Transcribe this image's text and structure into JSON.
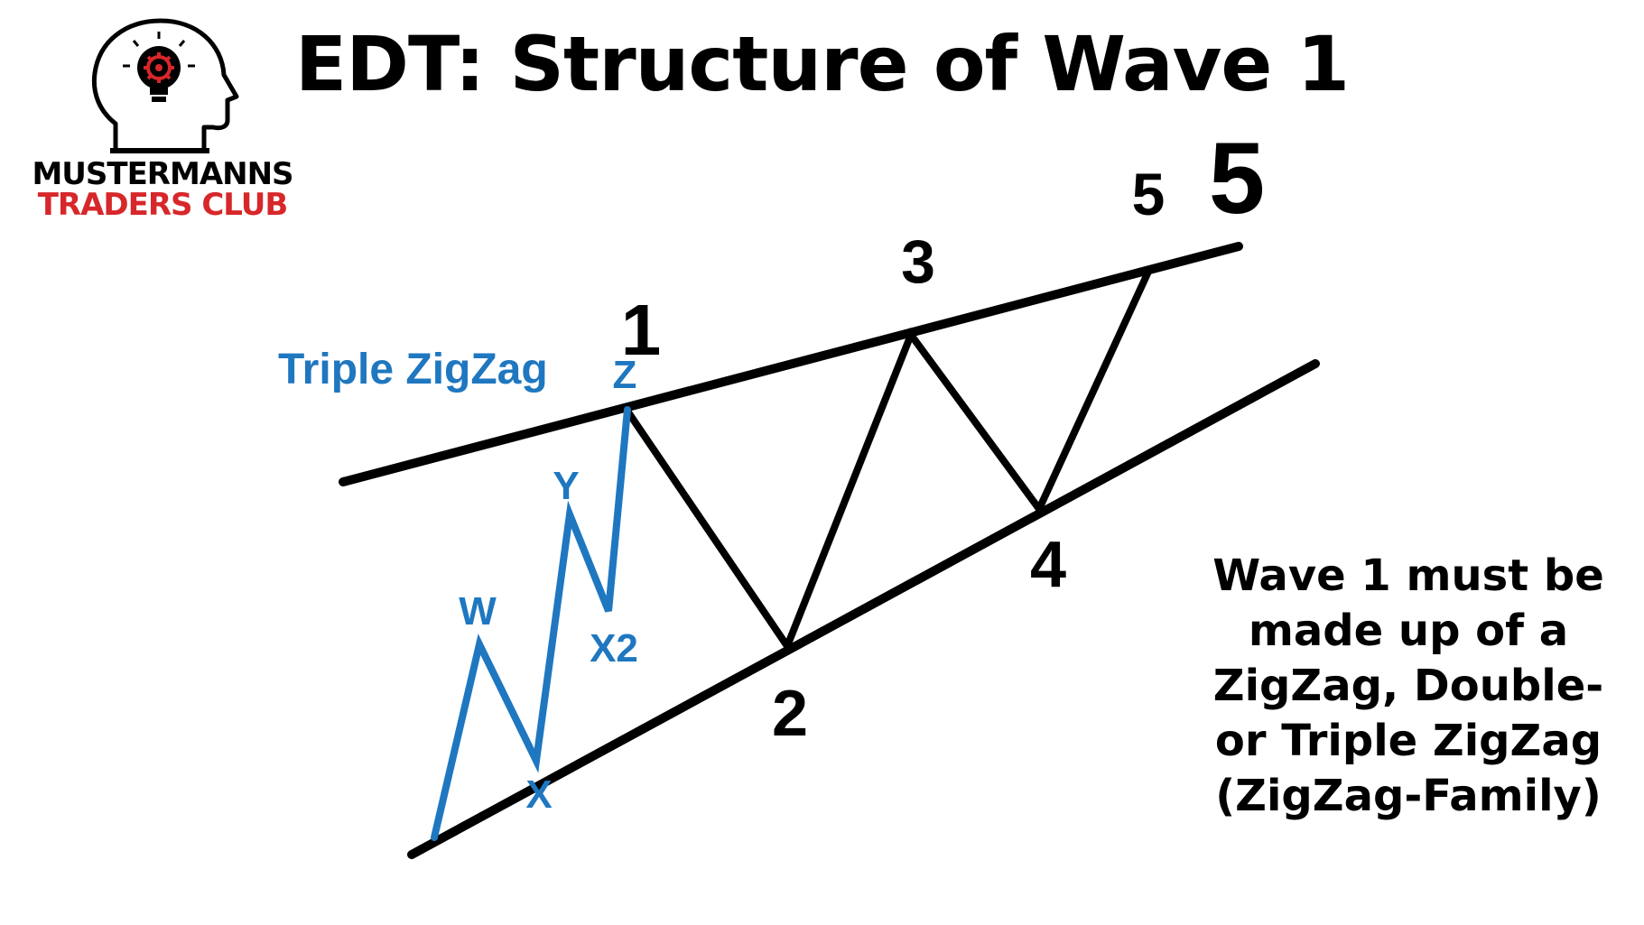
{
  "title": "EDT: Structure of Wave 1",
  "logo": {
    "line1": "MUSTERMANNS",
    "line2": "TRADERS CLUB",
    "icon": "head-with-lightbulb-gear-icon",
    "accent_color": "#d7272a"
  },
  "diagram": {
    "subwave_title": "Triple ZigZag",
    "main_wave_labels": [
      "1",
      "2",
      "3",
      "4",
      "5",
      "5"
    ],
    "subwave_labels": [
      "W",
      "X",
      "Y",
      "X2",
      "Z"
    ],
    "main_color": "#000000",
    "subwave_color": "#1f77c0"
  },
  "note": {
    "lines": [
      "Wave 1 must be",
      "made up of a",
      "ZigZag, Double-",
      "or Triple ZigZag",
      "(ZigZag-Family)"
    ]
  }
}
